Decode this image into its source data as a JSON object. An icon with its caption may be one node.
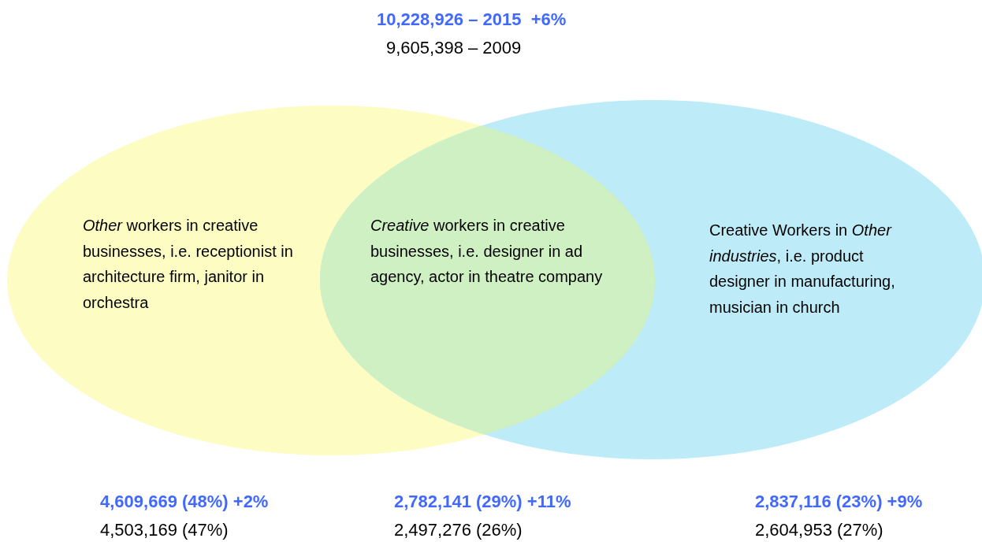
{
  "diagram": {
    "nodes": [
      {
        "text": [
          "*Other* workers in creative businesses, i.e. receptionist in architecture firm, janitor in orchestra"
        ]
      },
      {
        "text": [
          "Creative Workers in *Other industries*, i.e. product  designer in manufacturing, musician in church"
        ]
      },
      {
        "text": [
          "*Creative* workers in creative businesses, i.e. designer in ad agency, actor in theatre company"
        ]
      }
    ],
    "labels": [
      "10,228,926 – 2015  +6%",
      "9,605,398 – 2009",
      "4,609,669 (48%) +2%",
      "2,782,141 (29%) +11%",
      "2,837,116 (23%) +9%",
      "4,503,169 (47%)",
      "2,497,276 (26%)",
      "2,604,953 (27%)"
    ]
  }
}
